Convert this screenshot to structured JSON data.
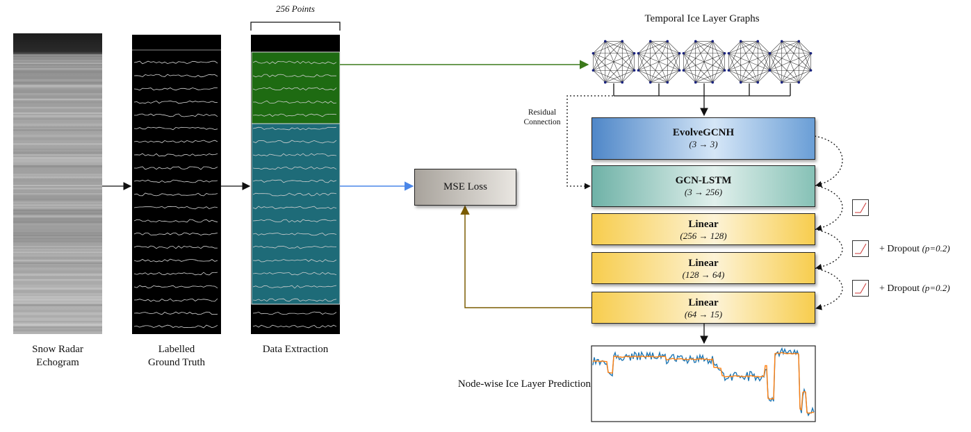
{
  "labels": {
    "echogram": "Snow Radar\nEchogram",
    "ground_truth": "Labelled\nGround Truth",
    "extraction": "Data Extraction",
    "points": "256 Points",
    "graphs_title": "Temporal Ice Layer Graphs",
    "residual": "Residual\nConnection",
    "prediction": "Node-wise Ice Layer Prediction"
  },
  "loss": {
    "label": "MSE Loss"
  },
  "layers": [
    {
      "name": "EvolveGCNH",
      "dims": "(3 → 3)",
      "color_from": "#4f87c8",
      "color_to": "#d5e6f7"
    },
    {
      "name": "GCN-LSTM",
      "dims": "(3 → 256)",
      "color_from": "#6fb2a7",
      "color_to": "#e1f0ec"
    },
    {
      "name": "Linear",
      "dims": "(256 → 128)",
      "color_from": "#f7cd4e",
      "color_to": "#fdf3d6"
    },
    {
      "name": "Linear",
      "dims": "(128 → 64)",
      "color_from": "#f7cd4e",
      "color_to": "#fdf3d6"
    },
    {
      "name": "Linear",
      "dims": "(64 → 15)",
      "color_from": "#f7cd4e",
      "color_to": "#fdf3d6"
    }
  ],
  "dropouts": [
    {
      "prefix": "+ Dropout",
      "param": "(p=0.2)"
    },
    {
      "prefix": "+ Dropout",
      "param": "(p=0.2)"
    }
  ],
  "colors": {
    "green_arrow": "#3c7a1b",
    "blue_arrow": "#4a86e8",
    "olive_arrow": "#7a5c00",
    "train_region": "#1e6b12",
    "test_region": "#1e6b78",
    "pred_blue": "#1f77b4",
    "pred_orange": "#ff7f0e"
  }
}
